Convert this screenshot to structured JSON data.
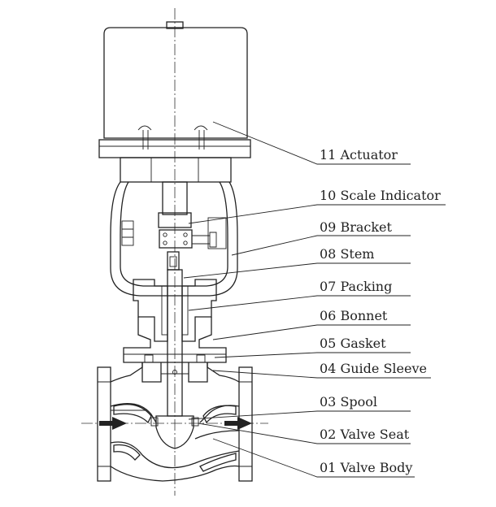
{
  "labels": [
    {
      "id": "actuator",
      "text": "11 Actuator"
    },
    {
      "id": "scale-indicator",
      "text": "10 Scale Indicator"
    },
    {
      "id": "bracket",
      "text": "09 Bracket"
    },
    {
      "id": "stem",
      "text": "08 Stem"
    },
    {
      "id": "packing",
      "text": "07 Packing"
    },
    {
      "id": "bonnet",
      "text": "06 Bonnet"
    },
    {
      "id": "gasket",
      "text": "05 Gasket"
    },
    {
      "id": "guide-sleeve",
      "text": "04 Guide Sleeve"
    },
    {
      "id": "spool",
      "text": "03 Spool"
    },
    {
      "id": "valve-seat",
      "text": "02 Valve Seat"
    },
    {
      "id": "valve-body",
      "text": "01 Valve Body"
    }
  ]
}
